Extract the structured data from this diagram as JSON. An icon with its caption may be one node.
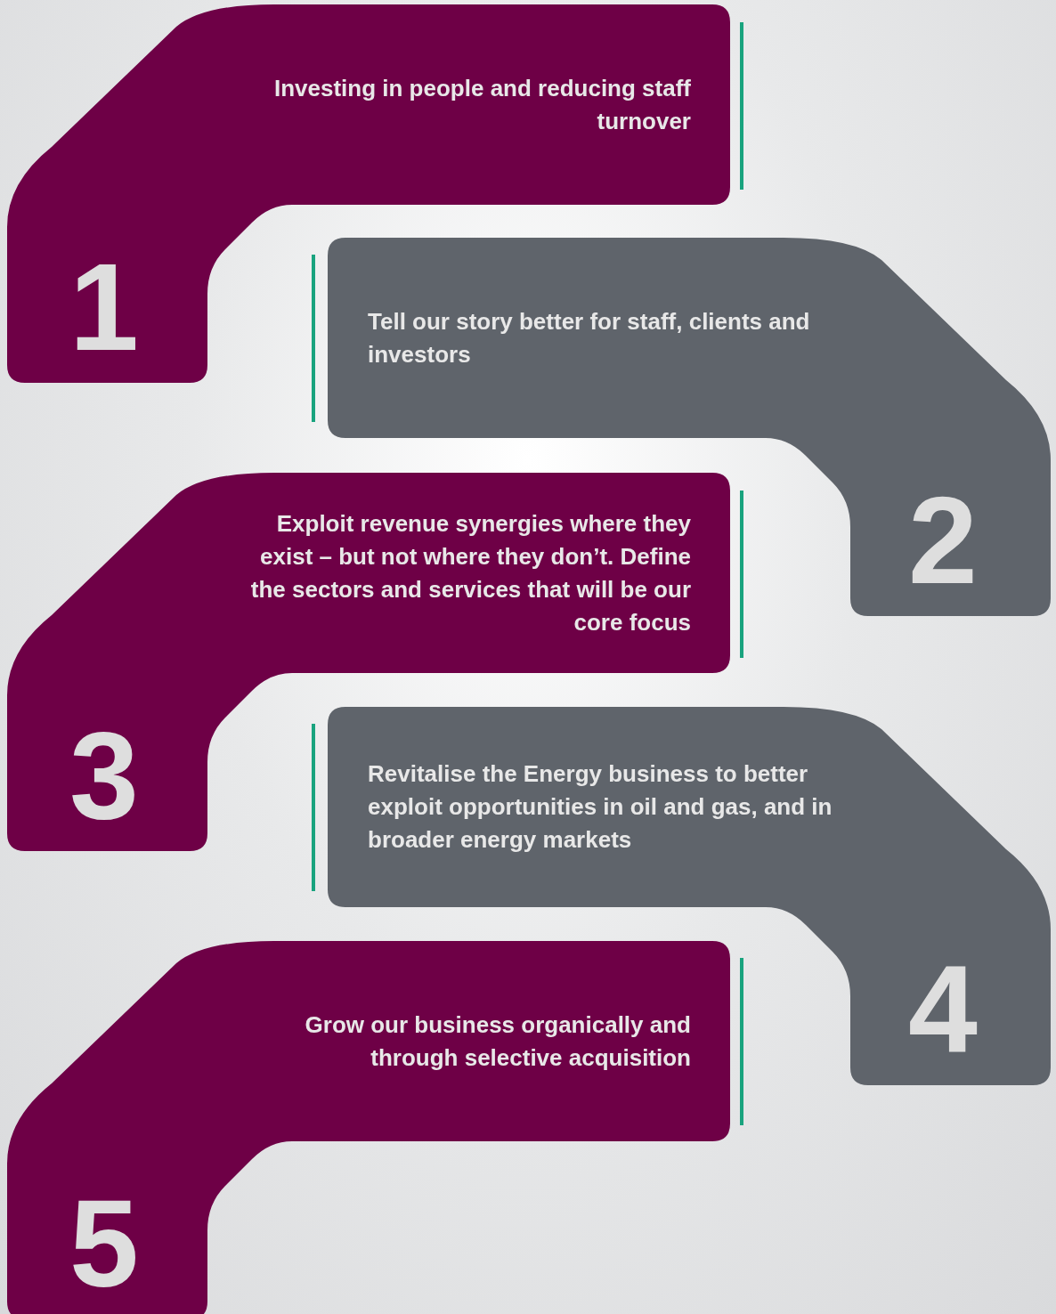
{
  "diagram": {
    "nodes": [
      {
        "text": [
          "Investing in people and reducing staff turnover",
          "1"
        ]
      },
      {
        "text": [
          "Tell our story better for staff, clients and investors",
          "2"
        ]
      },
      {
        "text": [
          "Exploit revenue synergies where they exist – but not where they don’t. Define the sectors and services that will be our core focus",
          "3"
        ]
      },
      {
        "text": [
          "Revitalise the Energy business to better exploit opportunities in oil and gas, and in broader energy markets",
          "4"
        ]
      },
      {
        "text": [
          "Grow our business organically and through selective acquisition",
          "5"
        ]
      }
    ]
  }
}
